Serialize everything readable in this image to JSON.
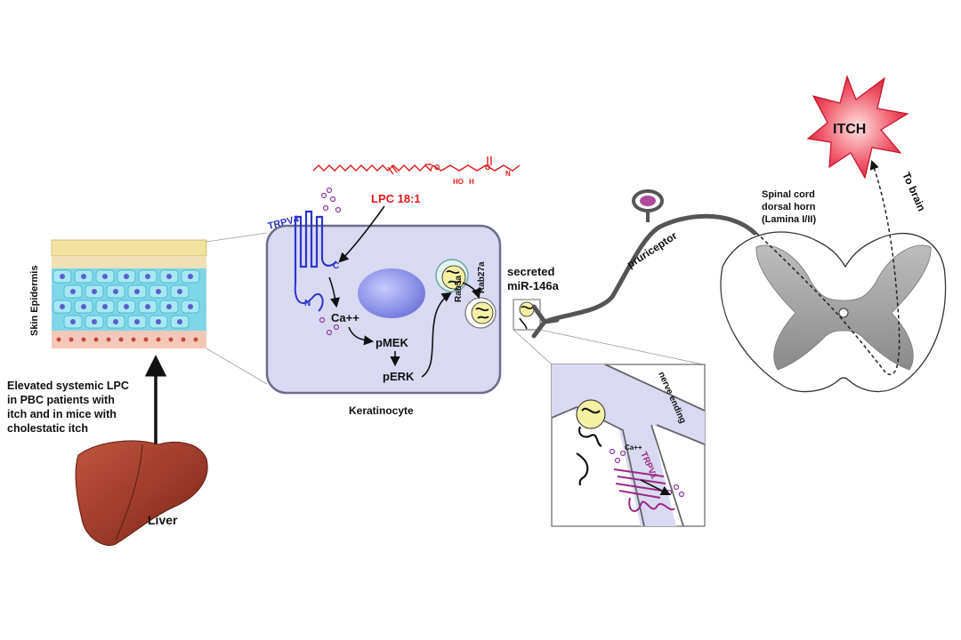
{
  "skin": {
    "label": "Skin Epidermis"
  },
  "liver": {
    "label": "Liver",
    "caption": [
      "Elevated systemic LPC",
      "in PBC patients with",
      "itch and in mice with",
      "cholestatic itch"
    ]
  },
  "lpc": {
    "label": "LPC 18:1",
    "ho": "HO",
    "h": "H",
    "o": "O",
    "n": "N"
  },
  "keratinocyte": {
    "label": "Keratinocyte",
    "trpv4": "TRPV4",
    "n_term": "N",
    "c_term": "C",
    "ca": "Ca++",
    "pmek": "pMEK",
    "perk": "pERK",
    "rab5a": "Rab5a",
    "rab27a": "Rab27a"
  },
  "mirna": {
    "label": [
      "secreted",
      "miR-146a"
    ]
  },
  "nerve": {
    "pruriceptor": "pruriceptor",
    "ending": "nerve ending",
    "trpv1": "TRPV1",
    "ca": "Ca++"
  },
  "spinal": {
    "label": [
      "Spinal cord",
      "dorsal horn",
      "(Lamina I/II)"
    ],
    "to_brain": "To brain"
  },
  "itch": {
    "label": "ITCH"
  },
  "colors": {
    "red": "#e01a1a",
    "blue": "#2c35c8",
    "purple": "#9a2a86",
    "cell": "#d9daf2",
    "liver": "#a13a2a"
  }
}
